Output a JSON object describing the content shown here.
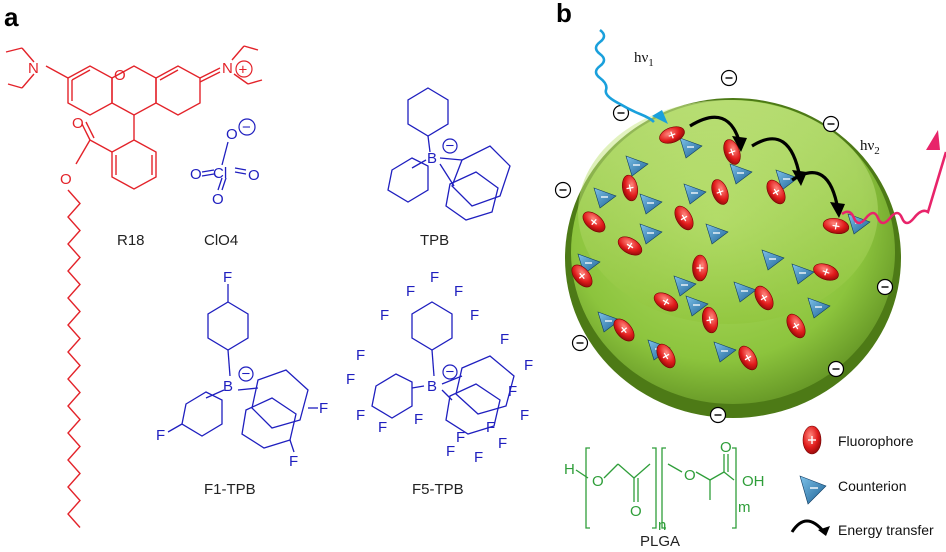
{
  "panel_a": {
    "letter": "a",
    "molecules": {
      "r18": "R18",
      "clo4": "ClO4",
      "tpb": "TPB",
      "f1tpb": "F1-TPB",
      "f5tpb": "F5-TPB"
    },
    "atoms": {
      "N": "N",
      "O": "O",
      "Cl": "Cl",
      "B": "B",
      "F": "F",
      "plus": "+",
      "minus": "−"
    }
  },
  "panel_b": {
    "letter": "b",
    "hv1": "hν",
    "hv1_sub": "1",
    "hv2": "hν",
    "hv2_sub": "2",
    "polymer_label": "PLGA",
    "polymer": {
      "H": "H",
      "O": "O",
      "OH": "OH",
      "n": "n",
      "m": "m"
    },
    "legend": {
      "fluorophore": "Fluorophore",
      "counterion": "Counterion",
      "energy_transfer": "Energy transfer"
    }
  },
  "colors": {
    "dye": "#e3232a",
    "anion": "#1f1fbf",
    "polymer": "#2f9e3a",
    "particle": "#8fc43a",
    "photon_in": "#1aa0dc",
    "photon_out": "#e8246a"
  }
}
